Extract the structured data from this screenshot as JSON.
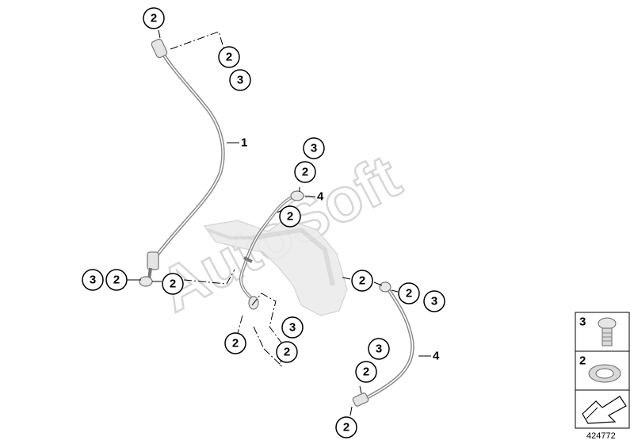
{
  "watermark": "AutoSoft",
  "diagram_id": "424772",
  "part_labels": {
    "hose_upper": "1",
    "hose_lower_right": "4",
    "pipe_center": "4"
  },
  "callouts": {
    "c01": "2",
    "c02": "2",
    "c03": "3",
    "c04": "3",
    "c05": "2",
    "c06": "2",
    "c07": "3",
    "c08": "2",
    "c09": "2",
    "c10": "2",
    "c11": "2",
    "c12": "3",
    "c13": "2",
    "c14": "3",
    "c15": "2",
    "c16": "3",
    "c17": "2",
    "c18": "2"
  },
  "legend": [
    {
      "num": "3",
      "icon": "banjo-bolt-icon"
    },
    {
      "num": "2",
      "icon": "sealing-ring-icon"
    },
    {
      "num": "",
      "icon": "arrow-icon"
    }
  ]
}
